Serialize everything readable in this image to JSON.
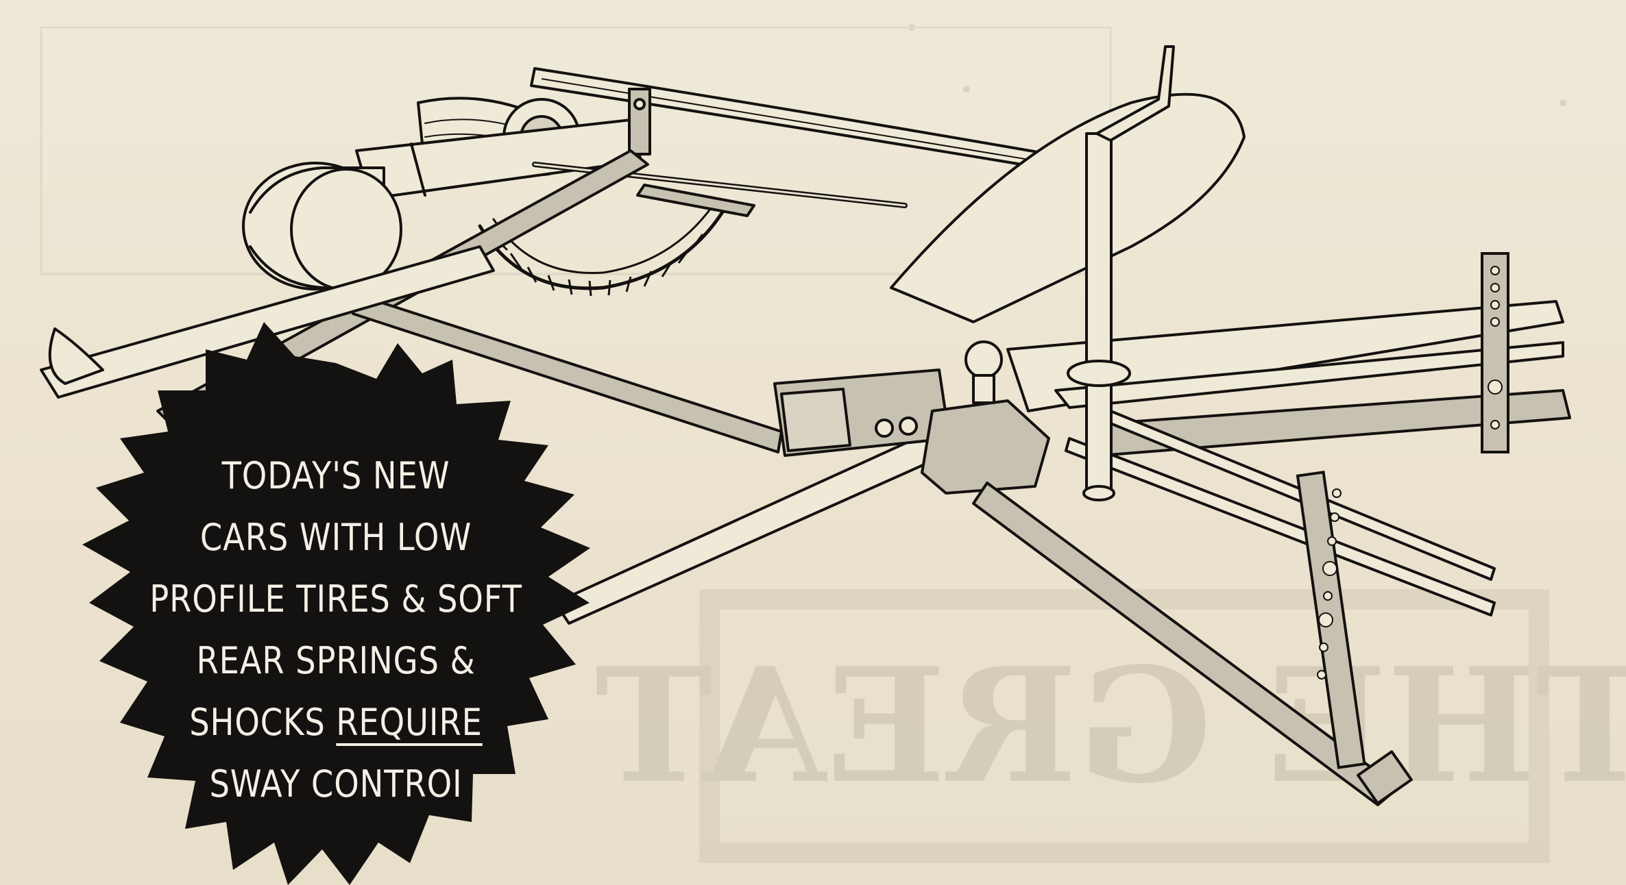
{
  "starburst": {
    "line1": "TODAY'S NEW",
    "line2": "CARS WITH LOW",
    "line3": "PROFILE TIRES & SOFT",
    "line4": "REAR SPRINGS &",
    "line5_prefix": "SHOCKS ",
    "line5_emphasis": "REQUIRE",
    "line6": "SWAY CONTROI"
  },
  "background_print": {
    "large_text": "THE GREAT"
  },
  "colors": {
    "paper": "#ece5d2",
    "ink": "#141210",
    "metal": "#c7c1b1"
  }
}
